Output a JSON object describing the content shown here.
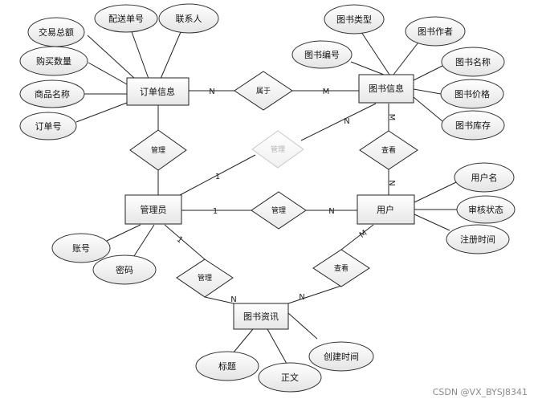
{
  "entities": {
    "order": "订单信息",
    "book": "图书信息",
    "admin": "管理员",
    "user": "用户",
    "news": "图书资讯"
  },
  "attributes": {
    "order_total": "交易总额",
    "order_delivery_no": "配送单号",
    "order_contact": "联系人",
    "order_qty": "购买数量",
    "order_product": "商品名称",
    "order_no": "订单号",
    "book_type": "图书类型",
    "book_author": "图书作者",
    "book_no": "图书编号",
    "book_name": "图书名称",
    "book_price": "图书价格",
    "book_stock": "图书库存",
    "admin_account": "账号",
    "admin_password": "密码",
    "user_name": "用户名",
    "user_review": "审核状态",
    "user_reg_time": "注册时间",
    "news_title": "标题",
    "news_body": "正文",
    "news_create_time": "创建时间"
  },
  "relationships": {
    "belongs": "属于",
    "manage_order": "管理",
    "manage_book": "管理",
    "view_book": "查看",
    "manage_user": "管理",
    "manage_news": "管理",
    "view_news": "查看"
  },
  "cardinalities": {
    "order_belongs": "N",
    "book_belongs": "M",
    "book_manage": "N",
    "admin_manage_book": "1",
    "book_view": "M",
    "user_view_book": "N",
    "admin_manage_user": "1",
    "user_manage": "N",
    "admin_manage_news": "1",
    "news_manage": "N",
    "news_view": "N",
    "user_view_news": "M"
  },
  "watermark": "CSDN @VX_BYSJ8341"
}
